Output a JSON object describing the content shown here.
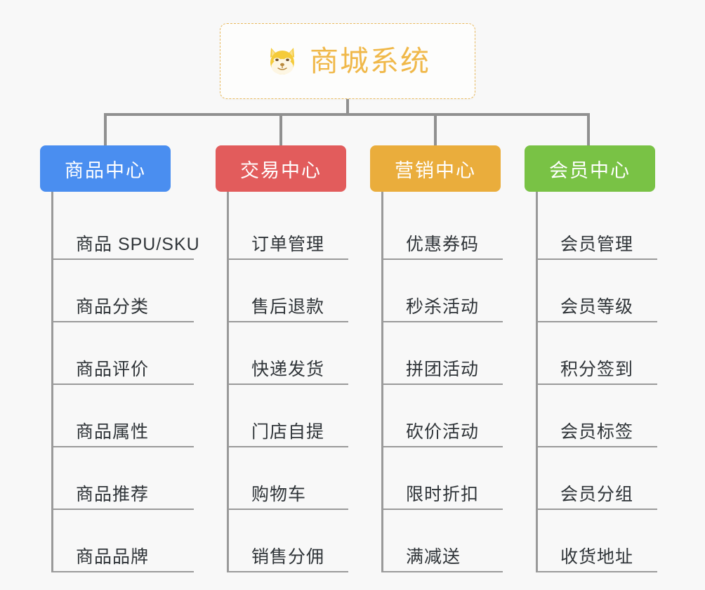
{
  "canvas": {
    "background": "#f8f8f8",
    "connector_color": "#909090"
  },
  "root": {
    "icon": "shiba-dog-emoji",
    "title": "商城系统",
    "text_color": "#f0b849",
    "border_color": "#e8b95e"
  },
  "branches": [
    {
      "label": "商品中心",
      "color": "#4a8ef0",
      "items": [
        {
          "label": "商品 SPU/SKU"
        },
        {
          "label": "商品分类"
        },
        {
          "label": "商品评价"
        },
        {
          "label": "商品属性"
        },
        {
          "label": "商品推荐"
        },
        {
          "label": "商品品牌"
        }
      ]
    },
    {
      "label": "交易中心",
      "color": "#e25c5c",
      "items": [
        {
          "label": "订单管理"
        },
        {
          "label": "售后退款"
        },
        {
          "label": "快递发货"
        },
        {
          "label": "门店自提"
        },
        {
          "label": "购物车"
        },
        {
          "label": "销售分佣"
        }
      ]
    },
    {
      "label": "营销中心",
      "color": "#eaad3c",
      "items": [
        {
          "label": "优惠券码"
        },
        {
          "label": "秒杀活动"
        },
        {
          "label": "拼团活动"
        },
        {
          "label": "砍价活动"
        },
        {
          "label": "限时折扣"
        },
        {
          "label": "满减送"
        }
      ]
    },
    {
      "label": "会员中心",
      "color": "#79c245",
      "items": [
        {
          "label": "会员管理"
        },
        {
          "label": "会员等级"
        },
        {
          "label": "积分签到"
        },
        {
          "label": "会员标签"
        },
        {
          "label": "会员分组"
        },
        {
          "label": "收货地址"
        }
      ]
    }
  ]
}
